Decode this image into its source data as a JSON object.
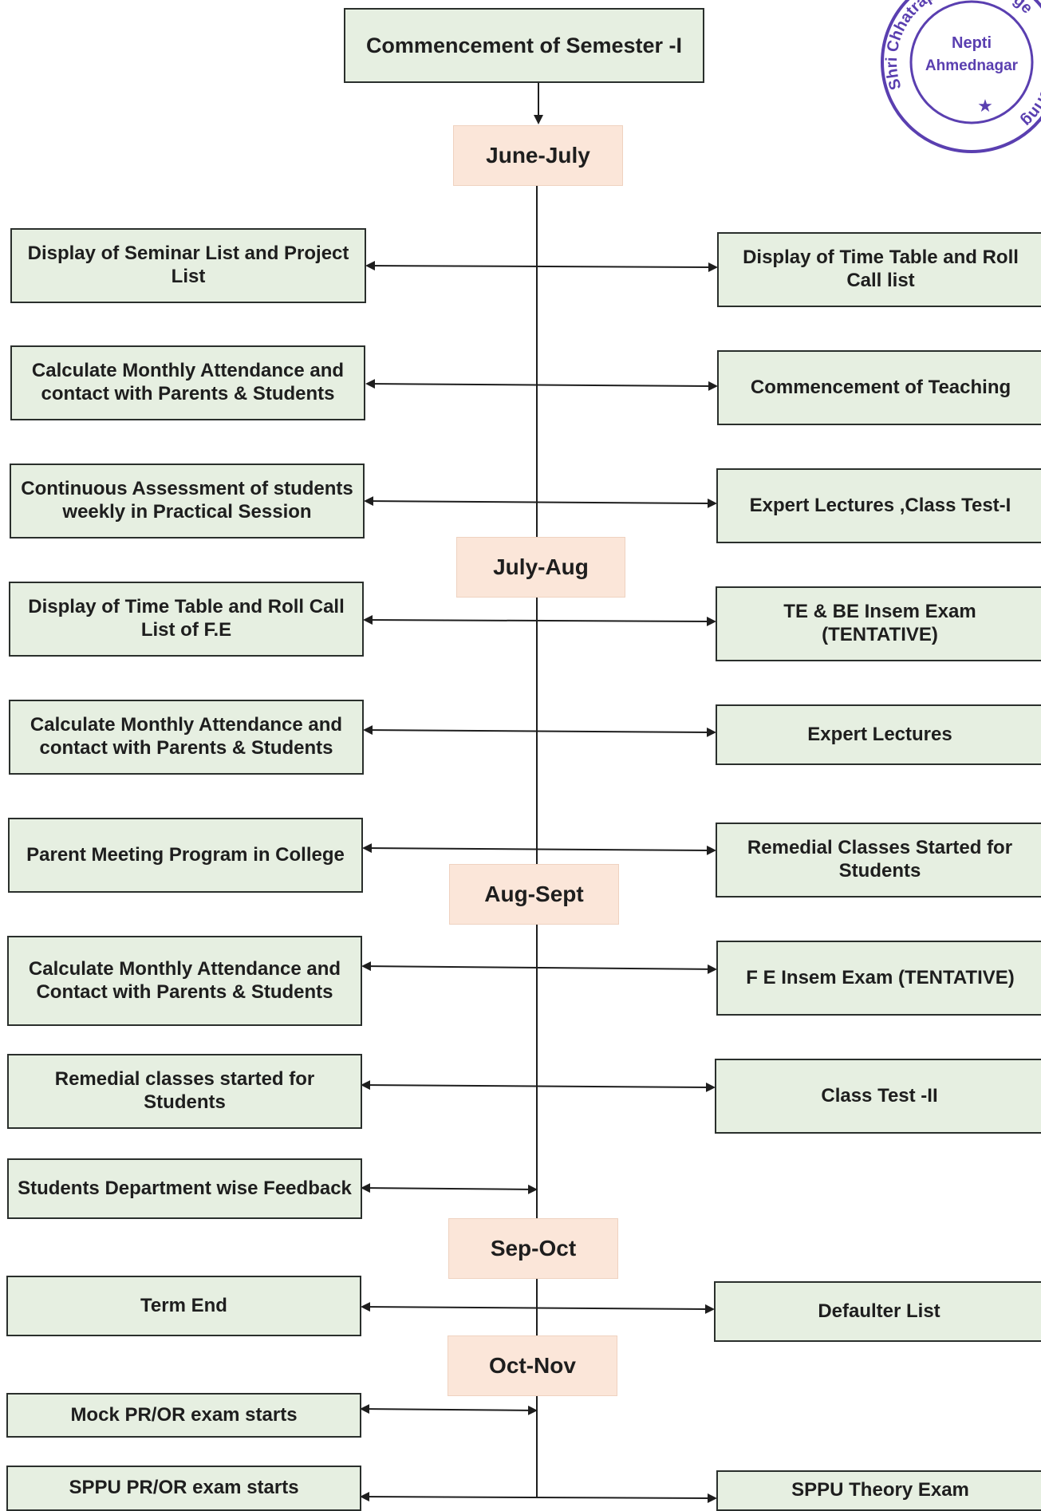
{
  "title": "Commencement of Semester -I",
  "months": {
    "june_july": "June-July",
    "july_aug": "July-Aug",
    "aug_sept": "Aug-Sept",
    "sep_oct": "Sep-Oct",
    "oct_nov": "Oct-Nov"
  },
  "left": [
    "Display of Seminar List and Project List",
    "Calculate Monthly Attendance and contact with Parents & Students",
    "Continuous Assessment of students weekly in Practical Session",
    "Display of Time Table and Roll Call List of F.E",
    "Calculate Monthly Attendance and contact with Parents & Students",
    "Parent Meeting Program in College",
    "Calculate Monthly Attendance and Contact with Parents & Students",
    "Remedial classes started for Students",
    "Students Department wise Feedback",
    "Term End",
    "Mock PR/OR exam starts",
    "SPPU PR/OR exam starts"
  ],
  "right": [
    "Display of Time Table and Roll Call list",
    "Commencement of Teaching",
    "Expert Lectures ,Class Test-I",
    "TE & BE Insem Exam (TENTATIVE)",
    "Expert Lectures",
    "Remedial Classes Started for Students",
    "F E Insem Exam (TENTATIVE)",
    "Class Test -II",
    "Defaulter List",
    "SPPU Theory Exam"
  ],
  "seal": {
    "line1": "Nepti",
    "line2": "Ahmednagar",
    "arc_left": "Shri Chhatrapati Shiv",
    "arc_right": "ege",
    "arc_bottom_right": "eering",
    "color": "#5a3fb0"
  }
}
